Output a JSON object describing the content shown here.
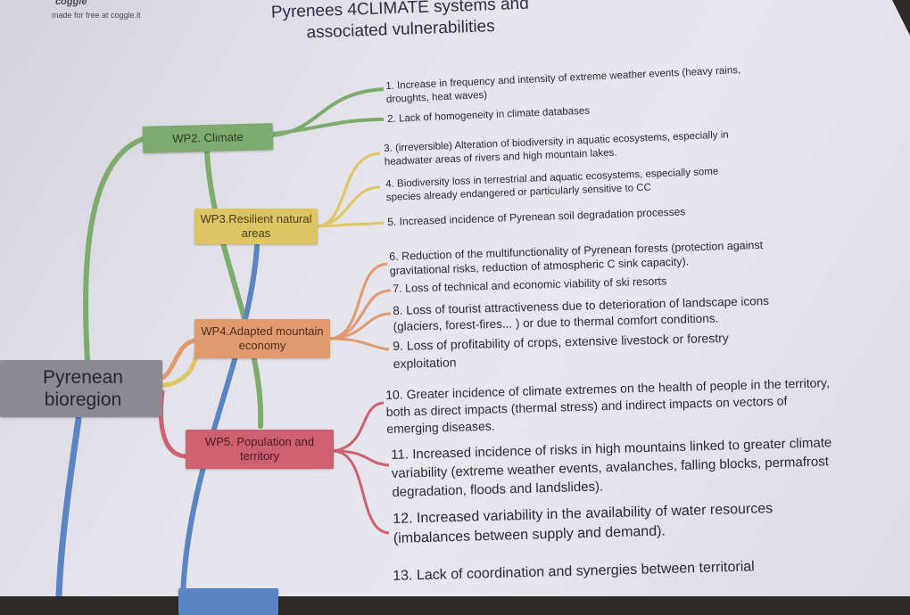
{
  "brand": {
    "logo": "coggle",
    "tagline": "made for free at coggle.it"
  },
  "title": "Pyrenees 4CLIMATE systems and\nassociated vulnerabilities",
  "root": {
    "label": "Pyrenean bioregion"
  },
  "work_packages": [
    {
      "id": "wp2",
      "label": "WP2. Climate",
      "color": "#7dab6e"
    },
    {
      "id": "wp3",
      "label": "WP3.Resilient natural areas",
      "color": "#dec564"
    },
    {
      "id": "wp4",
      "label": "WP4.Adapted mountain economy",
      "color": "#e09a6e"
    },
    {
      "id": "wp5",
      "label": "WP5. Population and territory",
      "color": "#cf6070"
    },
    {
      "id": "wp6",
      "label": "",
      "color": "#5a84c4"
    }
  ],
  "vulnerabilities": [
    {
      "num": "1.",
      "text": "Increase in frequency and intensity of extreme weather events (heavy rains,\ndroughts, heat waves)"
    },
    {
      "num": "2.",
      "text": "Lack of homogeneity in climate databases"
    },
    {
      "num": "3.",
      "text": "(irreversible) Alteration of biodiversity in aquatic ecosystems, especially in\nheadwater areas of rivers and high mountain lakes."
    },
    {
      "num": "4.",
      "text": "Biodiversity loss in terrestrial and aquatic ecosystems, especially some\nspecies already endangered or particularly sensitive to CC"
    },
    {
      "num": "5.",
      "text": "Increased incidence of Pyrenean soil degradation processes"
    },
    {
      "num": "6.",
      "text": "Reduction of the multifunctionality of Pyrenean forests (protection against\ngravitational risks, reduction of atmospheric C sink capacity)."
    },
    {
      "num": "7.",
      "text": "Loss of technical and economic viability of ski resorts"
    },
    {
      "num": "8.",
      "text": "Loss of tourist attractiveness due to deterioration of landscape icons\n(glaciers, forest-fires... ) or due to thermal comfort conditions."
    },
    {
      "num": "9.",
      "text": "Loss of profitability of crops, extensive livestock or forestry\nexploitation"
    },
    {
      "num": "10.",
      "text": "Greater incidence of climate extremes on the health of people in the territory,\nboth as direct impacts (thermal stress) and indirect impacts on vectors of\nemerging diseases."
    },
    {
      "num": "11.",
      "text": "Increased incidence of risks in high mountains linked to greater climate\nvariability (extreme weather events, avalanches, falling blocks, permafrost\ndegradation, floods and landslides)."
    },
    {
      "num": "12.",
      "text": "Increased variability in the availability of water resources\n(imbalances between supply and demand)."
    },
    {
      "num": "13.",
      "text": "Lack of coordination and synergies between territorial"
    }
  ]
}
